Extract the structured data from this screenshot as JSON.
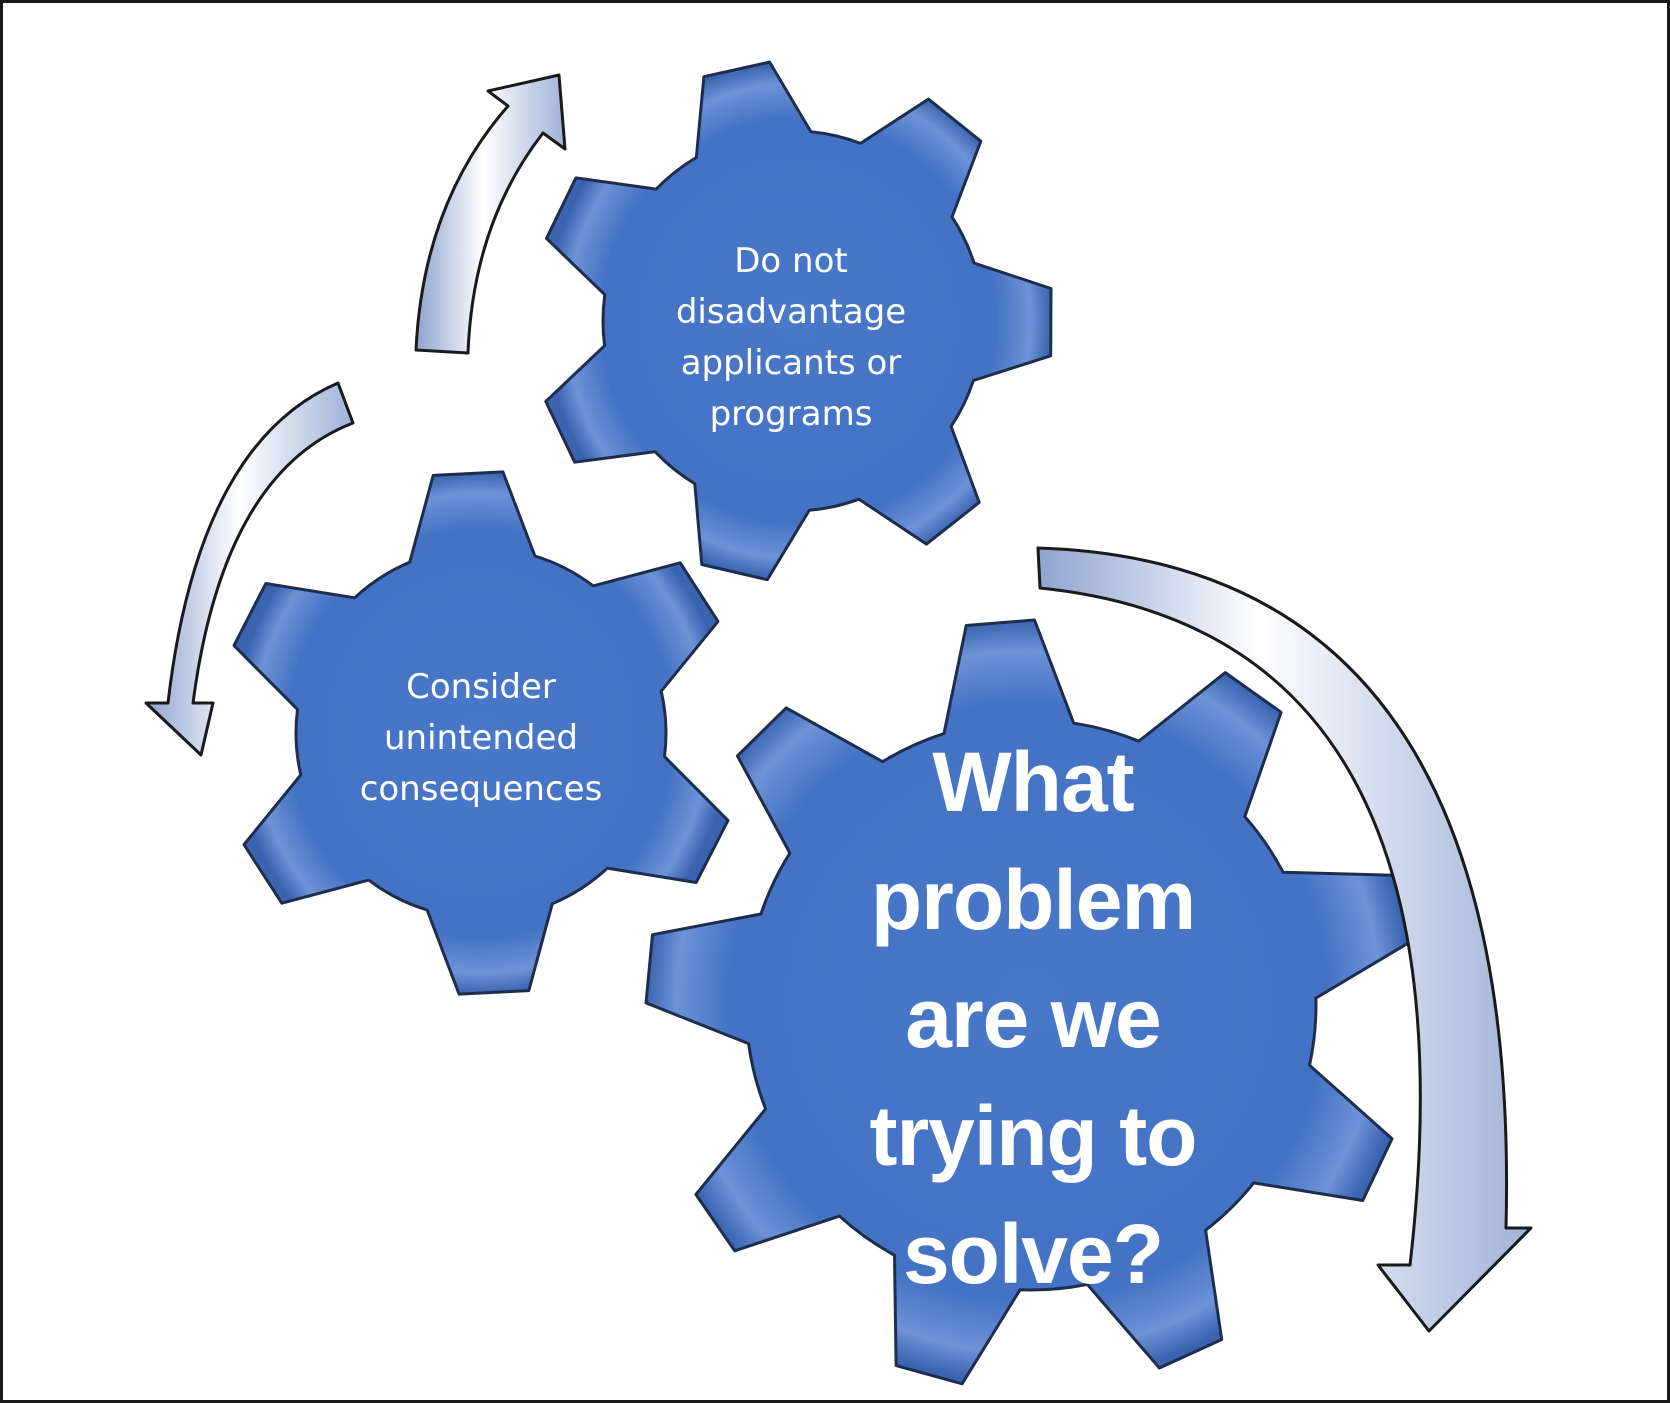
{
  "diagram": {
    "gears": [
      {
        "id": "top",
        "label": "Do not\ndisadvantage\napplicants or\nprograms"
      },
      {
        "id": "left",
        "label": "Consider\nunintended\nconsequences"
      },
      {
        "id": "main",
        "label": "What\nproblem\nare we\ntrying to\nsolve?"
      }
    ],
    "colors": {
      "gear_fill": "#4472c4",
      "gear_outline": "#1f2d4d",
      "arrow_fill_light": "#ffffff",
      "arrow_fill_dark": "#9eb0d6",
      "arrow_outline": "#1a1a1a",
      "label_text": "#ffffff",
      "frame_border": "#1a1a1a"
    },
    "arrows": [
      {
        "id": "arrow-top",
        "direction": "up"
      },
      {
        "id": "arrow-left",
        "direction": "down"
      },
      {
        "id": "arrow-right",
        "direction": "down"
      }
    ]
  }
}
